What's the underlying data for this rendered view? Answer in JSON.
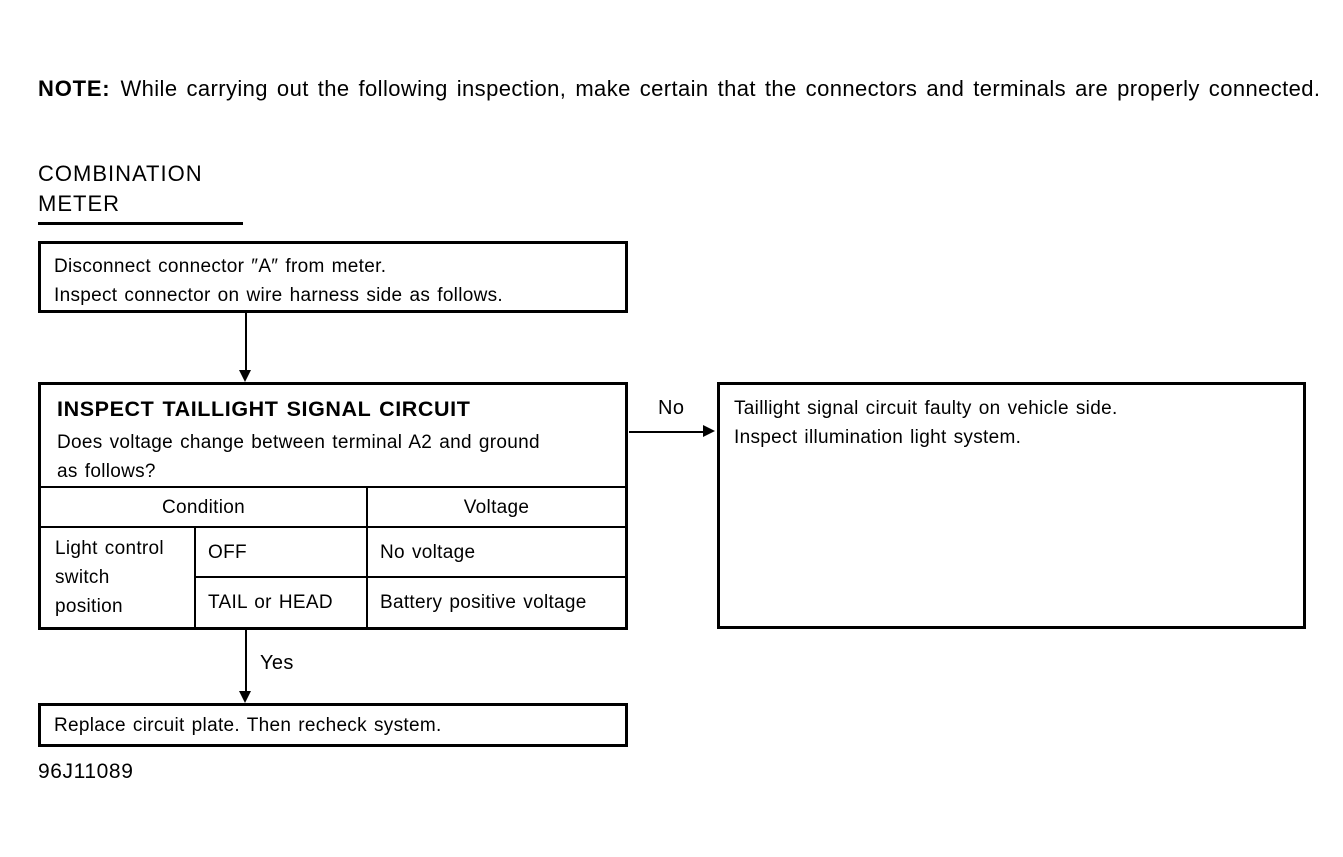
{
  "page": {
    "note_label": "NOTE:",
    "note_text": "While carrying out the following inspection, make certain that the connectors and terminals are properly connected.",
    "section_title_line1": "COMBINATION",
    "section_title_line2": "METER",
    "figure_code": "96J11089"
  },
  "flowchart": {
    "step_disconnect": {
      "line1": "Disconnect connector ″A″ from meter.",
      "line2": "Inspect connector on wire harness side as follows."
    },
    "step_inspect": {
      "title": "INSPECT TAILLIGHT SIGNAL CIRCUIT",
      "question_line1": "Does voltage change between terminal A2 and ground",
      "question_line2": "as follows?",
      "table": {
        "condition_header": "Condition",
        "voltage_header": "Voltage",
        "row_group_label": "Light control switch position",
        "rows": [
          {
            "condition": "OFF",
            "voltage": "No voltage"
          },
          {
            "condition": "TAIL or HEAD",
            "voltage": "Battery positive voltage"
          }
        ]
      }
    },
    "no_branch": {
      "label": "No",
      "line1": "Taillight signal circuit faulty on vehicle side.",
      "line2": "Inspect illumination light system."
    },
    "yes_branch": {
      "label": "Yes",
      "result": "Replace circuit plate. Then recheck system."
    }
  },
  "colors": {
    "ink": "#000000",
    "paper": "#ffffff"
  }
}
